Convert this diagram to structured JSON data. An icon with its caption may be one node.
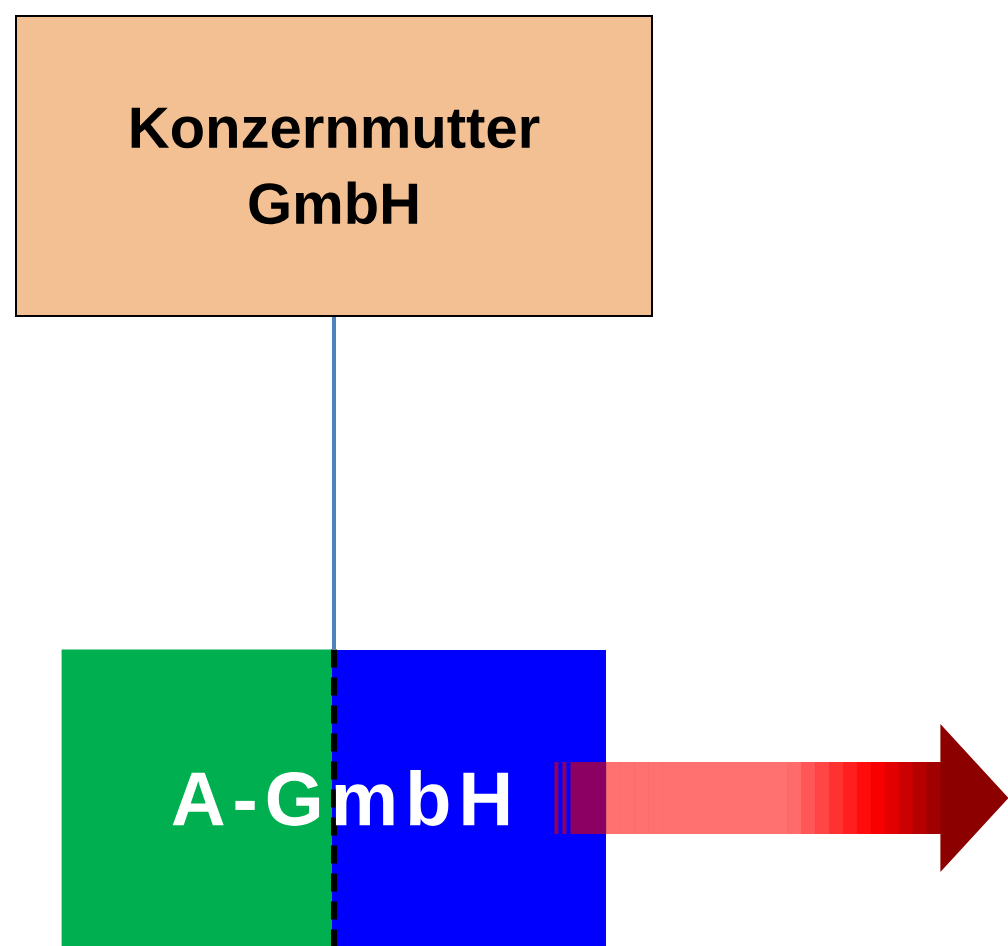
{
  "diagram": {
    "nodes": [
      {
        "text": [
          "Konzernmutter GmbH"
        ]
      },
      {
        "text": [
          "A-GmbH"
        ]
      }
    ],
    "edges": [
      {
        "from": 0,
        "to": 1,
        "arrow": "none",
        "color": "#4f81bd"
      },
      {
        "from": 1,
        "to": null,
        "arrow": "to",
        "color": "#ff0000"
      }
    ]
  }
}
